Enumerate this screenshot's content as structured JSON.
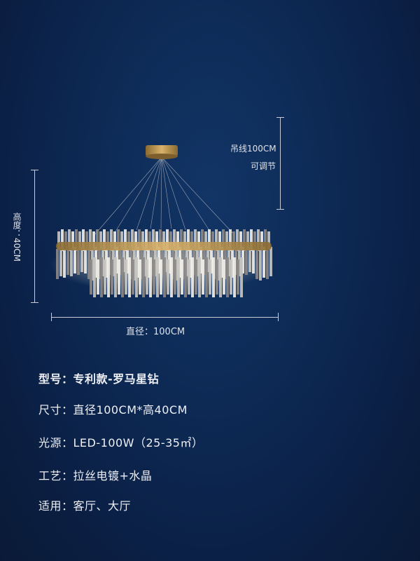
{
  "dimensions": {
    "cord_length": "吊线100CM",
    "cord_adjustable": "可调节",
    "height": "高度：40CM",
    "diameter": "直径：100CM"
  },
  "specs": [
    {
      "label": "型号：",
      "value": "专利款-罗马星钻"
    },
    {
      "label": "尺寸：",
      "value": "直径100CM*高40CM"
    },
    {
      "label": "光源：",
      "value": "LED-100W（25-35㎡）"
    },
    {
      "label": "工艺：",
      "value": "拉丝电镀+水晶"
    },
    {
      "label": "适用：",
      "value": "客厅、大厅"
    }
  ],
  "colors": {
    "gold": "#b8924a",
    "background": "#0d2a55"
  }
}
